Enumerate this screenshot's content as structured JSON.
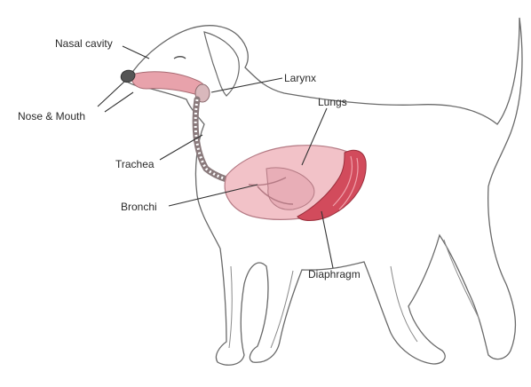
{
  "labels": {
    "nasal_cavity": "Nasal cavity",
    "nose_mouth": "Nose & Mouth",
    "larynx": "Larynx",
    "lungs": "Lungs",
    "trachea": "Trachea",
    "bronchi": "Bronchi",
    "diaphragm": "Diaphragm"
  },
  "colors": {
    "outline": "#5a5a5a",
    "lung_fill": "#f2c2c8",
    "lung_shade": "#e49aa6",
    "diaphragm": "#d24b5c",
    "airway": "#e8a2ab"
  }
}
